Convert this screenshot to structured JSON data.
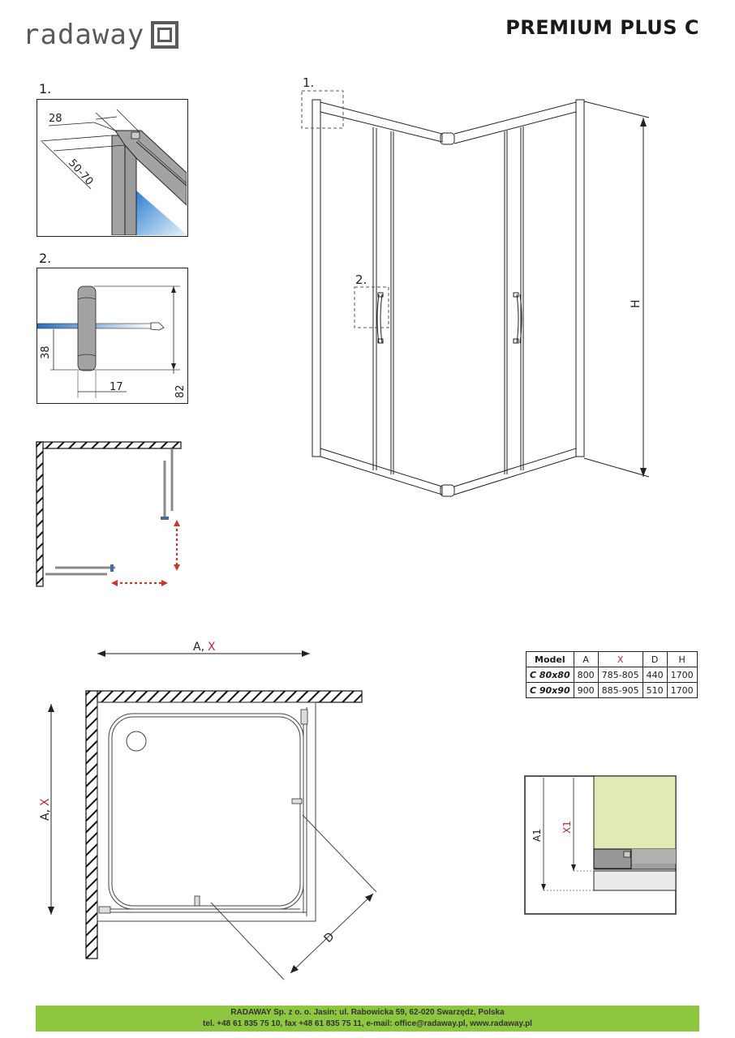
{
  "header": {
    "brand": "radaway",
    "brand_mark": "square-logo-icon",
    "product_title": "PREMIUM PLUS C"
  },
  "detail_1": {
    "label": "1.",
    "dim_width": "28",
    "dim_range": "50-70"
  },
  "detail_2": {
    "label": "2.",
    "dim_38": "38",
    "dim_17": "17",
    "dim_82": "82"
  },
  "main_view": {
    "callout_1": "1.",
    "callout_2": "2.",
    "height_label": "H"
  },
  "plan_view": {
    "top_label_a": "A,",
    "top_label_x": "X",
    "side_label_a": "A,",
    "side_label_x": "X",
    "diag_label": "D"
  },
  "spec_table": {
    "headers": [
      "Model",
      "A",
      "X",
      "D",
      "H"
    ],
    "rows": [
      [
        "C 80x80",
        "800",
        "785-805",
        "440",
        "1700"
      ],
      [
        "C 90x90",
        "900",
        "885-905",
        "510",
        "1700"
      ]
    ]
  },
  "install_detail": {
    "label_a1": "A1",
    "label_x1": "X1"
  },
  "colors": {
    "footer_bg": "#8dc63f",
    "accent_red": "#c0272d",
    "glass_blue": "#2a7fd0",
    "wall_green": "#e2e9b4",
    "profile_gray": "#a0a0a0"
  },
  "footer": {
    "line1": "RADAWAY Sp. z o. o. Jasin; ul. Rabowicka 59, 62-020 Swarzędz, Polska",
    "line2": "tel. +48 61 835 75 10, fax +48 61 835 75 11, e-mail: office@radaway.pl, www.radaway.pl"
  }
}
